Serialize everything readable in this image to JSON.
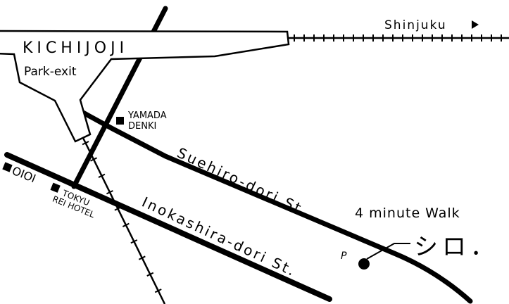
{
  "station": {
    "name": "KICHIJOJI",
    "exit": "Park-exit"
  },
  "direction": {
    "label": "Shinjuku",
    "arrow_icon": "triangle-right-icon"
  },
  "streets": {
    "suehiro": "Suehiro-dori St.",
    "inokashira": "Inokashira-dori St."
  },
  "landmarks": {
    "yamada_1": "YAMADA",
    "yamada_2": "DENKI",
    "oioi": "OIOI",
    "tokyu_1": "TOKYU",
    "tokyu_2": "REI HOTEL"
  },
  "parking": "P",
  "walk": "4 minute Walk",
  "destination": "シロ．",
  "colors": {
    "ink": "#000000",
    "paper": "#ffffff"
  }
}
